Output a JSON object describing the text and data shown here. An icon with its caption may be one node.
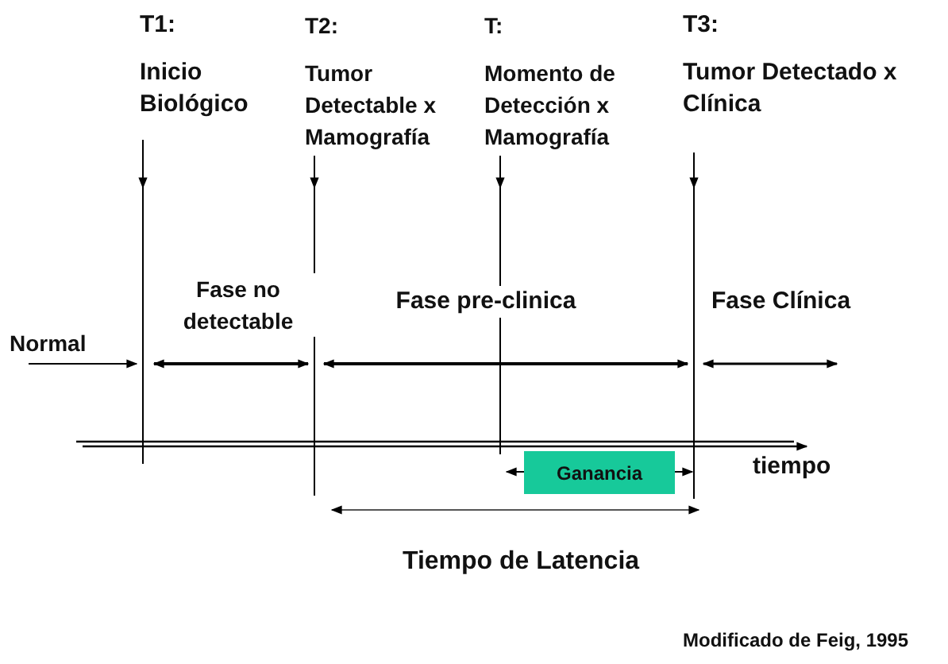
{
  "diagram": {
    "nodes": [
      {
        "text": [
          "Ganancia"
        ]
      }
    ],
    "labels": [
      "T1:",
      "Inicio Biológico",
      "T2:",
      "Tumor Detectable x Mamografía",
      "T:",
      "Momento de Detección x Mamografía",
      "T3:",
      "Tumor Detectado x Clínica",
      "Fase no detectable",
      "Fase pre-clinica",
      "Fase Clínica",
      "Normal",
      "tiempo",
      "Tiempo de Latencia",
      "Modificado de Feig, 1995"
    ]
  }
}
